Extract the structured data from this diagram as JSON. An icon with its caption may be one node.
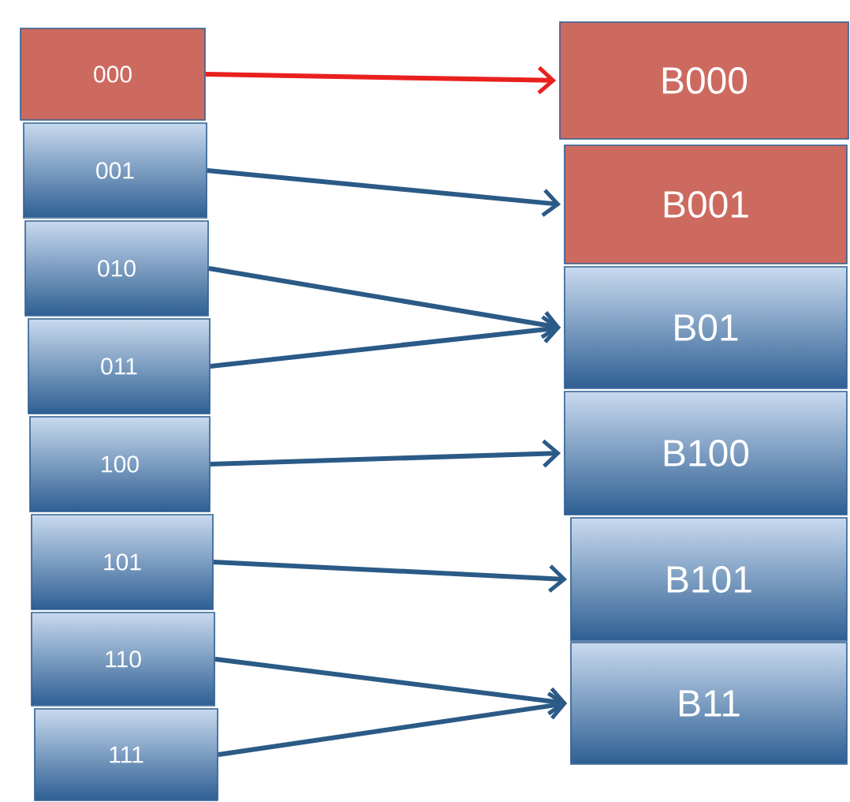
{
  "diagram": {
    "nodes": [
      {
        "text": [
          "000"
        ]
      },
      {
        "text": [
          "001"
        ]
      },
      {
        "text": [
          "010"
        ]
      },
      {
        "text": [
          "011"
        ]
      },
      {
        "text": [
          "100"
        ]
      },
      {
        "text": [
          "101"
        ]
      },
      {
        "text": [
          "110"
        ]
      },
      {
        "text": [
          "111"
        ]
      },
      {
        "text": [
          "B000"
        ]
      },
      {
        "text": [
          "B001"
        ]
      },
      {
        "text": [
          "B01"
        ]
      },
      {
        "text": [
          "B100"
        ]
      },
      {
        "text": [
          "B101"
        ]
      },
      {
        "text": [
          "B11"
        ]
      }
    ],
    "edges": [
      {
        "from": 0,
        "to": 8,
        "arrow": "to",
        "color": "#e8201e"
      },
      {
        "from": 1,
        "to": 9,
        "arrow": "to"
      },
      {
        "from": 2,
        "to": 10,
        "arrow": "to"
      },
      {
        "from": 3,
        "to": 10,
        "arrow": "to"
      },
      {
        "from": 4,
        "to": 11,
        "arrow": "to"
      },
      {
        "from": 5,
        "to": 12,
        "arrow": "to"
      },
      {
        "from": 6,
        "to": 13,
        "arrow": "to"
      },
      {
        "from": 7,
        "to": 13,
        "arrow": "to"
      }
    ]
  }
}
